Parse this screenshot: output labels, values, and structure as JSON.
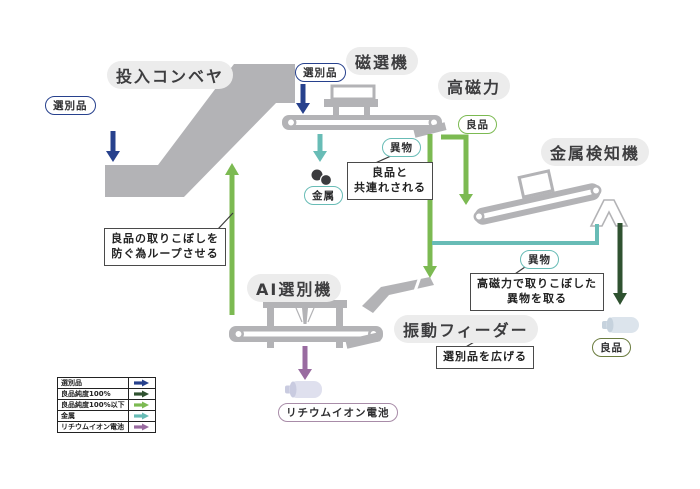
{
  "titles": {
    "input_conveyor": "投入コンベヤ",
    "magnetic_separator": "磁選機",
    "high_magnetic": "高磁力",
    "metal_detector": "金属検知機",
    "ai_sorter": "AI選別機",
    "vibration_feeder": "振動フィーダー"
  },
  "tags": {
    "sorted_left": "選別品",
    "sorted_top": "選別品",
    "good_mid": "良品",
    "foreign_mid": "異物",
    "metal": "金属",
    "foreign_right": "異物",
    "good_right": "良品",
    "battery": "リチウムイオン電池"
  },
  "notes": {
    "carried_with_good": "良品と\n共連れされる",
    "loop_reason": "良品の取りこぼしを\n防ぐ為ループさせる",
    "pick_missed_foreign": "高磁力で取りこぼした\n異物を取る",
    "spread_items": "選別品を広げる"
  },
  "legend": {
    "items": [
      {
        "label": "選別品",
        "color": "#27418d"
      },
      {
        "label": "良品純度100%",
        "color": "#2f5230"
      },
      {
        "label": "良品純度100%以下",
        "color": "#7cba52"
      },
      {
        "label": "金属",
        "color": "#68bcb6"
      },
      {
        "label": "リチウムイオン電池",
        "color": "#996ba0"
      }
    ]
  },
  "colors": {
    "navy": "#27418d",
    "green": "#7cba52",
    "dkgreen": "#2f5230",
    "teal": "#68bcb6",
    "purple": "#996ba0",
    "machine": "#b3b3b6",
    "titlebg": "#ececec"
  }
}
